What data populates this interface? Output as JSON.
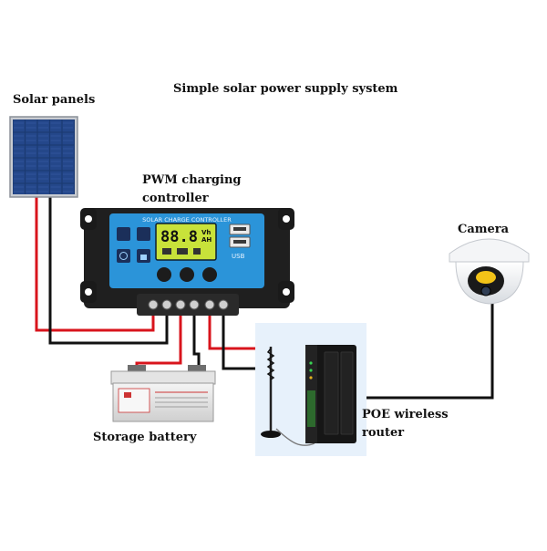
{
  "title": "Simple solar power supply system",
  "labels": {
    "solar_panels": "Solar panels",
    "pwm_line1": "PWM charging",
    "pwm_line2": "controller",
    "camera": "Camera",
    "router_line1": "POE wireless",
    "router_line2": "router",
    "battery": "Storage battery"
  },
  "controller": {
    "header": "SOLAR CHARGE CONTROLLER",
    "display": "88.8",
    "display_units_1": "Vh",
    "display_units_2": "AH",
    "usb": "USB"
  },
  "colors": {
    "wire_red": "#d8141c",
    "wire_black": "#111111",
    "controller_face": "#2b94d9",
    "controller_body": "#1f1f1f",
    "lcd": "#c8e23a",
    "router_bg": "#e7f1fb"
  }
}
